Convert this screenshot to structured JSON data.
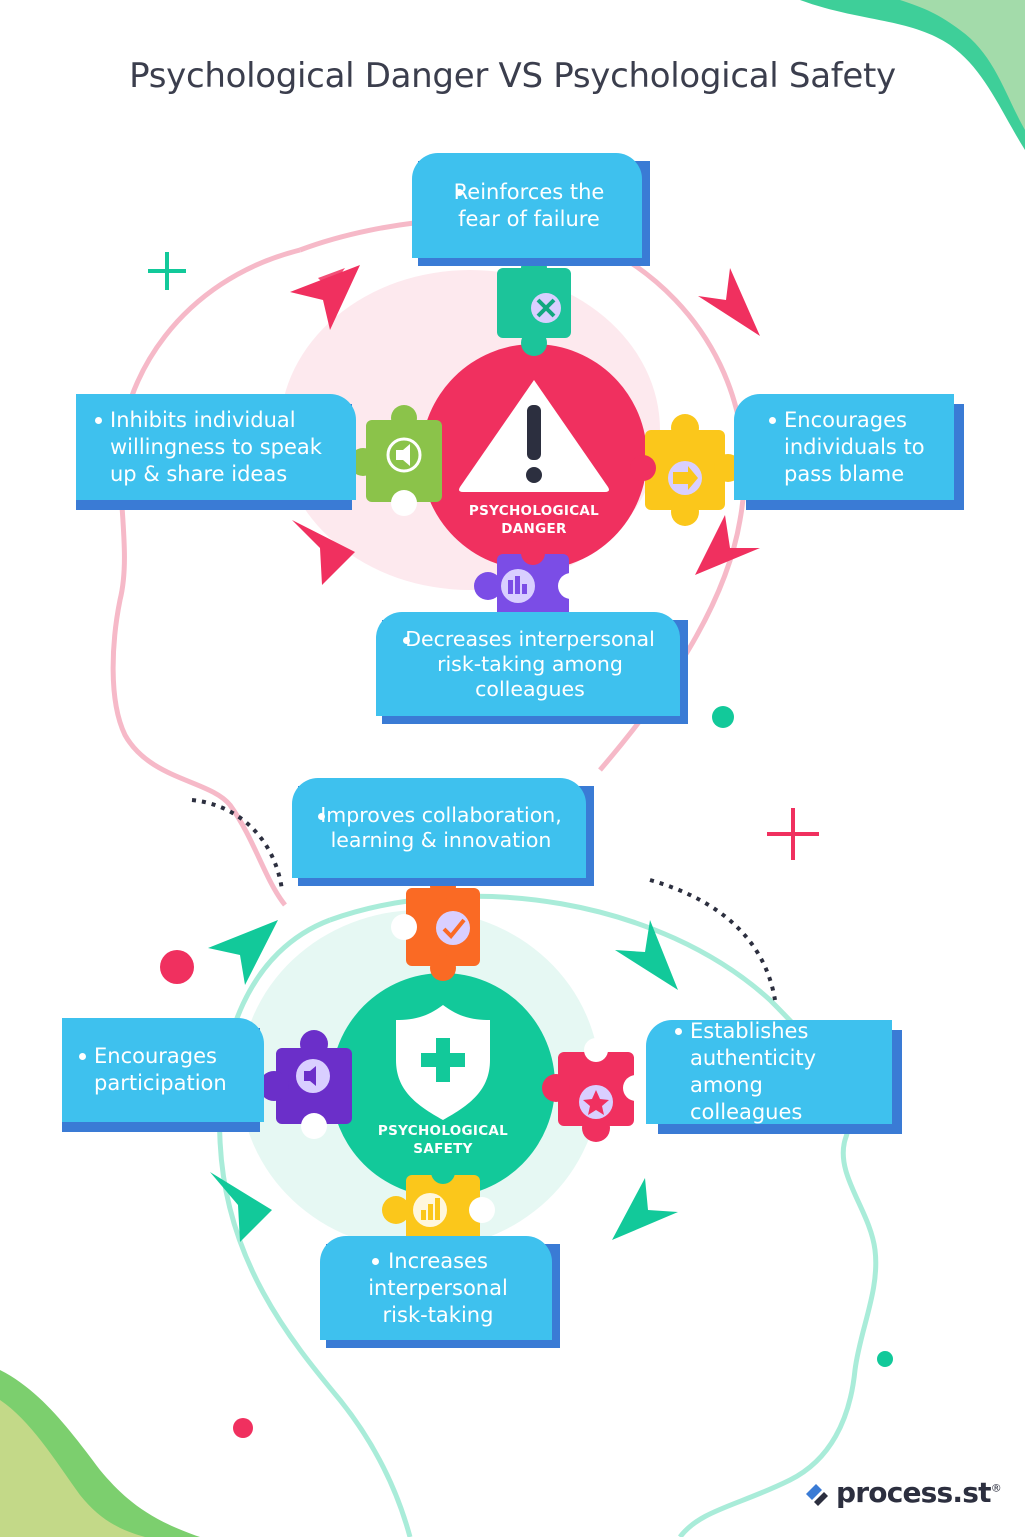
{
  "title": "Psychological Danger VS Psychological Safety",
  "colors": {
    "card": "#3ec1ee",
    "card_shadow": "#3a7bd5",
    "danger": "#f0305f",
    "safety": "#12c99a",
    "danger_outline": "#f6b9c8",
    "safety_outline": "#a9ecd9"
  },
  "danger": {
    "label": "PSYCHOLOGICAL DANGER",
    "label_line1": "PSYCHOLOGICAL",
    "label_line2": "DANGER",
    "icon": "warning-triangle-icon",
    "points": {
      "top": {
        "line1": "Reinforces the",
        "line2": "fear of failure",
        "icon": "x-mark-icon"
      },
      "left": {
        "line1": "Inhibits individual",
        "line2": "willingness to speak",
        "line3": "up & share ideas",
        "icon": "mute-icon"
      },
      "right": {
        "line1": "Encourages",
        "line2": "individuals to",
        "line3": "pass blame",
        "icon": "arrow-right-icon"
      },
      "bottom": {
        "line1": "Decreases interpersonal",
        "line2": "risk-taking among",
        "line3": "colleagues",
        "icon": "bar-chart-down-icon"
      }
    }
  },
  "safety": {
    "label": "PSYCHOLOGICAL SAFETY",
    "label_line1": "PSYCHOLOGICAL",
    "label_line2": "SAFETY",
    "icon": "shield-plus-icon",
    "points": {
      "top": {
        "line1": "Improves collaboration,",
        "line2": "learning & innovation",
        "icon": "check-icon"
      },
      "left": {
        "line1": "Encourages",
        "line2": "participation",
        "icon": "speaker-icon"
      },
      "right": {
        "line1": "Establishes",
        "line2": "authenticity",
        "line3": "among colleagues",
        "icon": "star-icon"
      },
      "bottom": {
        "line1": "Increases",
        "line2": "interpersonal",
        "line3": "risk-taking",
        "icon": "bar-chart-up-icon"
      }
    }
  },
  "logo": {
    "text": "process.st",
    "mark": "®"
  }
}
